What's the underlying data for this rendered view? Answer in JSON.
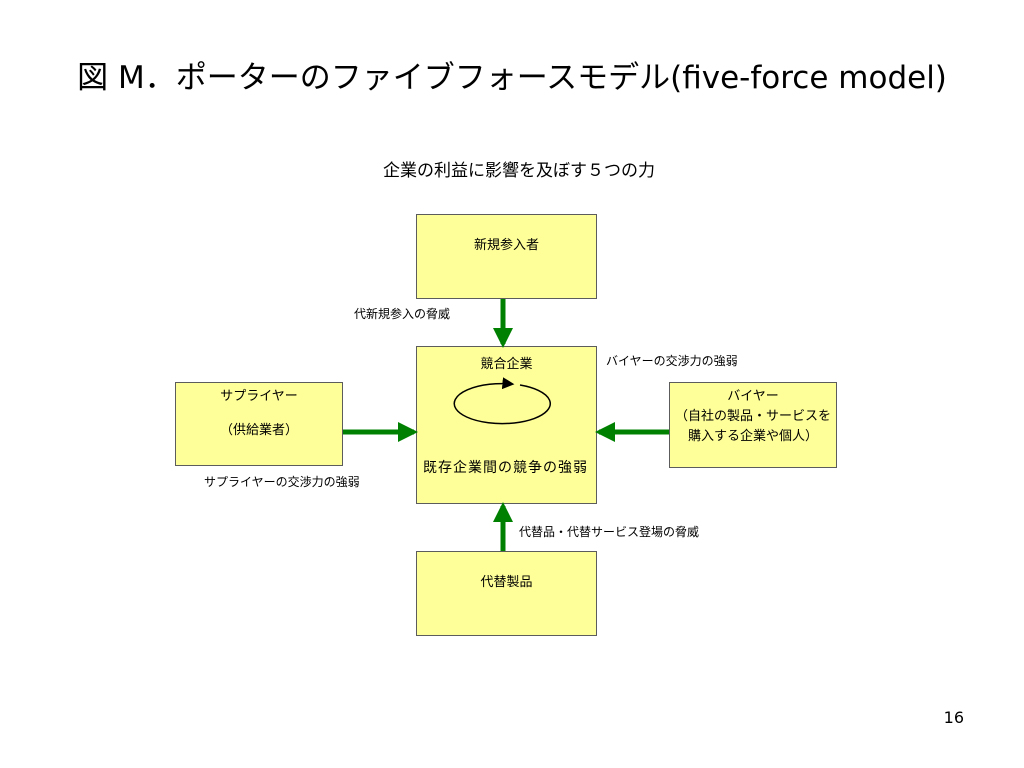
{
  "title": "図 M．ポーターのファイブフォースモデル(five-force model)",
  "subtitle": "企業の利益に影響を及ぼす５つの力",
  "boxes": {
    "new_entrants": "新規参入者",
    "substitutes": "代替製品",
    "competitors_title": "競合企業",
    "competitors_text": "既存企業間の競争の強弱",
    "suppliers_line1": "サプライヤー",
    "suppliers_line2": "（供給業者）",
    "buyers_line1": "バイヤー",
    "buyers_line2": "（自社の製品・サービスを購入する企業や個人）"
  },
  "labels": {
    "new_entrants_threat": "代新規参入の脅威",
    "buyer_power": "バイヤーの交渉力の強弱",
    "supplier_power": "サプライヤーの交渉力の強弱",
    "substitute_threat": "代替品・代替サービス登場の脅威"
  },
  "page_number": "16",
  "colors": {
    "box_fill": "#ffff99",
    "arrow": "#008000"
  }
}
